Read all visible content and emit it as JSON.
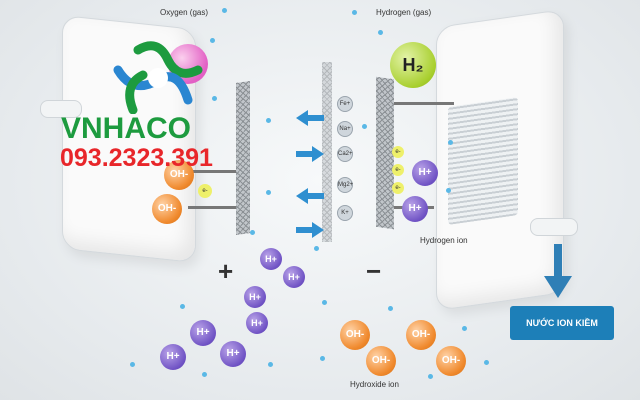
{
  "labels": {
    "oxygen_gas": "Oxygen (gas)",
    "hydrogen_gas": "Hydrogen (gas)",
    "hydrogen_ion": "Hydrogen ion",
    "hydroxide_ion": "Hydroxide ion",
    "plus": "+",
    "minus": "−",
    "h2": "H₂"
  },
  "ions": {
    "fe": "Fe+",
    "na": "Na+",
    "ca": "Ca2+",
    "mg": "Mg2+",
    "k": "K+",
    "h_plus": "H+",
    "oh_minus": "OH-",
    "e_minus": "e-"
  },
  "brand": {
    "name": "VNHACO",
    "phone": "093.2323.391",
    "green": "#1d9b3f",
    "red": "#e8262a"
  },
  "output_badge": "NƯỚC ION KIỀM",
  "colors": {
    "hydrogen_ion": "#6f52c4",
    "hydroxide_ion": "#f08a2e",
    "arrow_blue": "#2f8fd0",
    "badge_blue": "#1d7fb8"
  }
}
